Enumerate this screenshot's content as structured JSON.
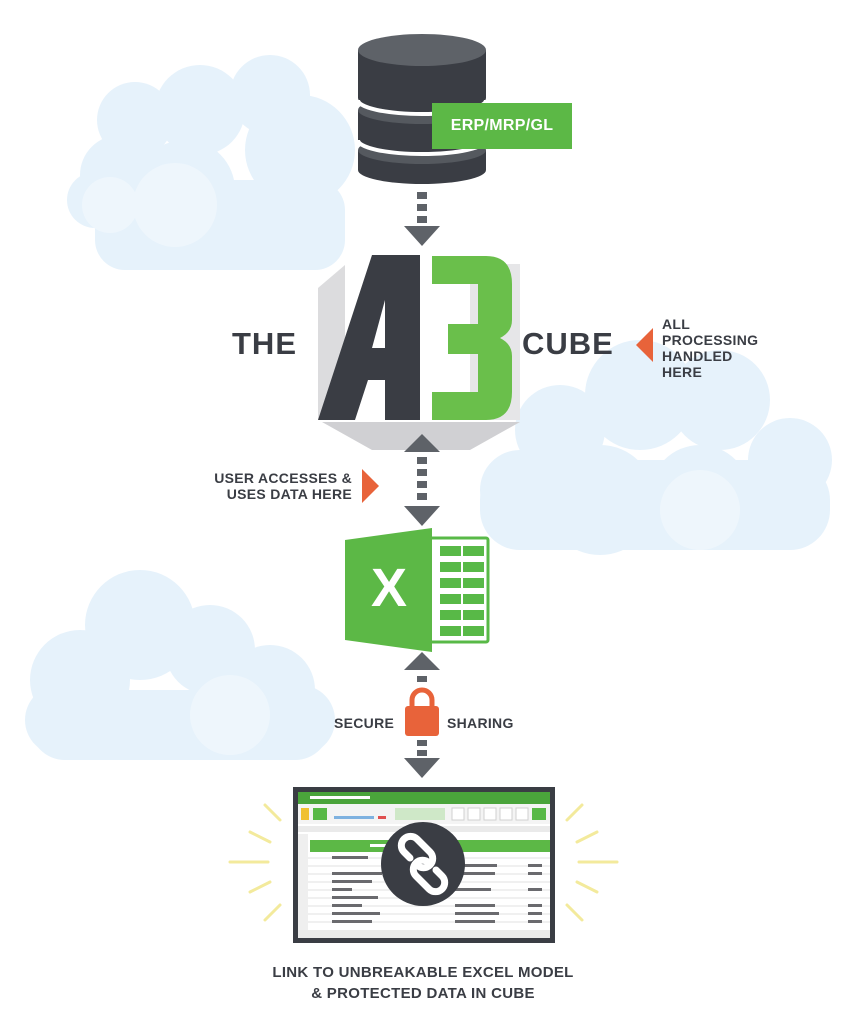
{
  "source": {
    "label": "ERP/MRP/GL",
    "icon": "database-icon"
  },
  "cube": {
    "prefix": "THE",
    "suffix": "CUBE",
    "logo_letters": "A3",
    "note_lines": [
      "ALL",
      "PROCESSING",
      "HANDLED",
      "HERE"
    ]
  },
  "access_note": {
    "lines": [
      "USER ACCESSES &",
      "USES DATA HERE"
    ]
  },
  "excel": {
    "letter": "X",
    "icon": "excel-icon"
  },
  "sharing": {
    "left": "SECURE",
    "right": "SHARING",
    "icon": "lock-icon"
  },
  "spreadsheet": {
    "icon": "link-icon"
  },
  "footer": {
    "line1": "LINK TO UNBREAKABLE EXCEL MODEL",
    "line2": "& PROTECTED DATA IN CUBE"
  },
  "colors": {
    "green": "#5cb846",
    "dark": "#3a3d44",
    "orange": "#e8633a",
    "cloud": "#e6f2fb",
    "grey": "#d4d4d6"
  }
}
